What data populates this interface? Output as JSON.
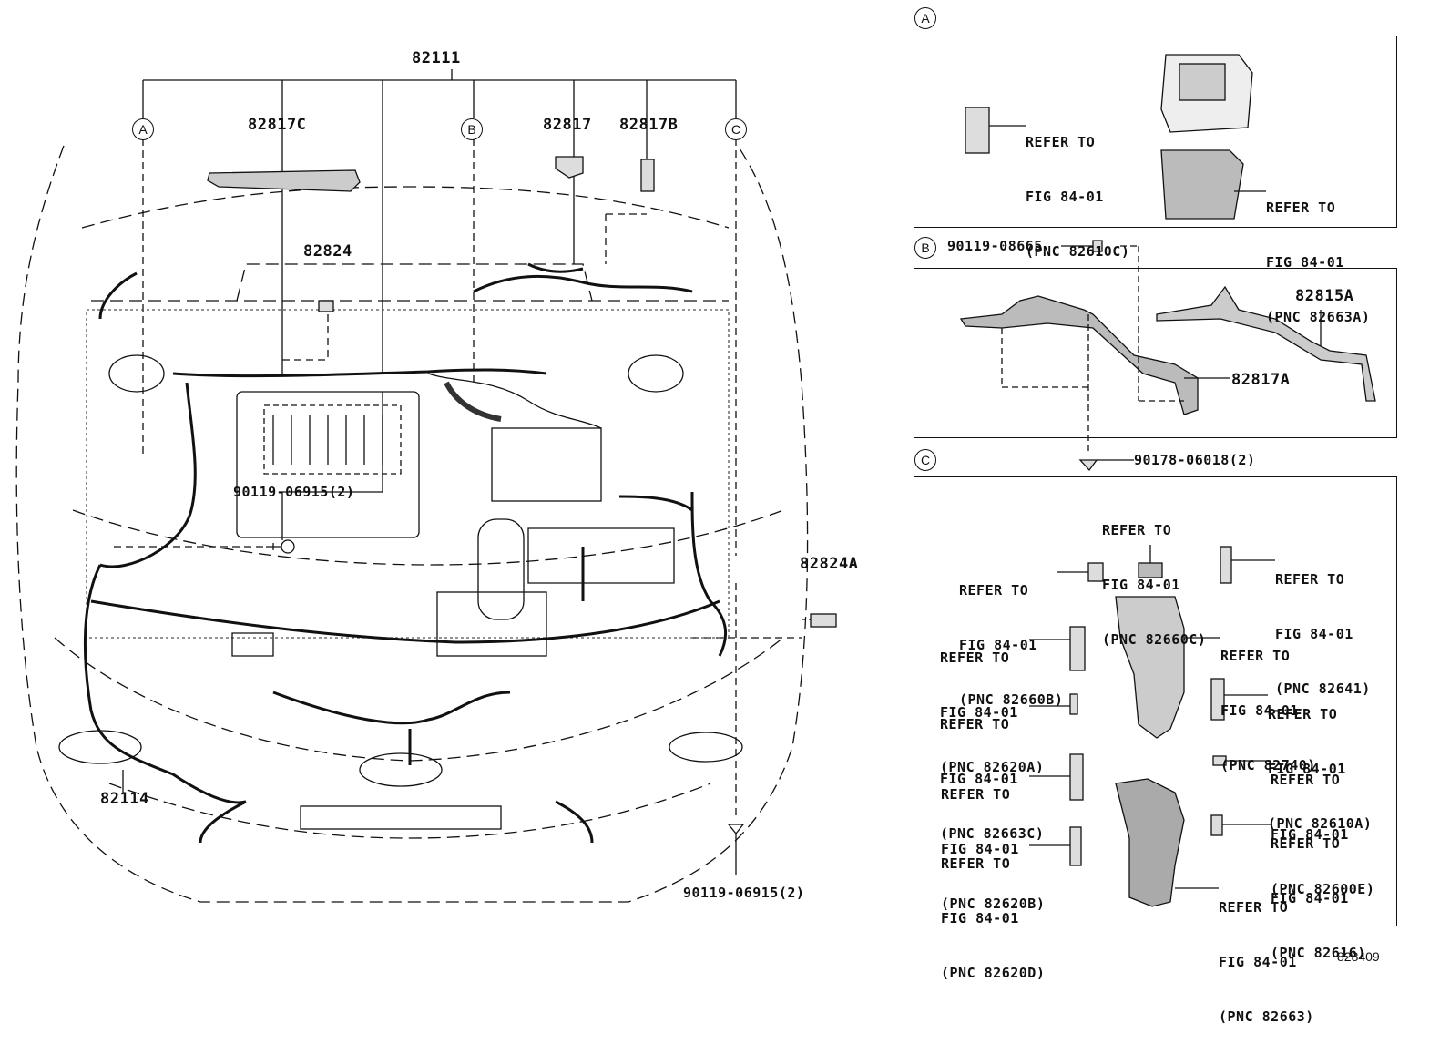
{
  "callouts": {
    "harness_main": "82111",
    "bracket_c": "82817C",
    "bracket": "82817",
    "bracket_b": "82817B",
    "clamp": "82824",
    "clamp_a": "82824A",
    "bolt_left": "90119-06915(2)",
    "bolt_bottom": "90119-06915(2)",
    "harness_front": "82114"
  },
  "section_markers": {
    "a": "A",
    "b": "B",
    "c": "C"
  },
  "panel_a": {
    "ref1": [
      "REFER TO",
      "FIG 84-01",
      "(PNC 82610C)"
    ],
    "ref2": [
      "REFER TO",
      "FIG 84-01",
      "(PNC 82663A)"
    ]
  },
  "panel_b": {
    "bolt_top": "90119-08665",
    "bracket_a": "82815A",
    "bracket_b": "82817A",
    "clip_bottom": "90178-06018(2)"
  },
  "panel_c": {
    "ref_82660c": [
      "REFER TO",
      "FIG 84-01",
      "(PNC 82660C)"
    ],
    "ref_82660b": [
      "REFER TO",
      "FIG 84-01",
      "(PNC 82660B)"
    ],
    "ref_82641": [
      "REFER TO",
      "FIG 84-01",
      "(PNC 82641)"
    ],
    "ref_82620a": [
      "REFER TO",
      "FIG 84-01",
      "(PNC 82620A)"
    ],
    "ref_82740": [
      "REFER TO",
      "FIG 84-01",
      "(PNC 82740)"
    ],
    "ref_82663c": [
      "REFER TO",
      "FIG 84-01",
      "(PNC 82663C)"
    ],
    "ref_82610a": [
      "REFER TO",
      "FIG 84-01",
      "(PNC 82610A)"
    ],
    "ref_82620b": [
      "REFER TO",
      "FIG 84-01",
      "(PNC 82620B)"
    ],
    "ref_82600e": [
      "REFER TO",
      "FIG 84-01",
      "(PNC 82600E)"
    ],
    "ref_82620d": [
      "REFER TO",
      "FIG 84-01",
      "(PNC 82620D)"
    ],
    "ref_82616": [
      "REFER TO",
      "FIG 84-01",
      "(PNC 82616)"
    ],
    "ref_82663": [
      "REFER TO",
      "FIG 84-01",
      "(PNC 82663)"
    ]
  },
  "figure_number": "828409"
}
